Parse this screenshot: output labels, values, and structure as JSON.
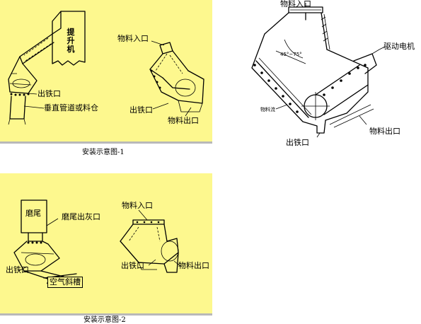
{
  "fig1": {
    "caption": "安装示意图-1",
    "left": {
      "elevator": [
        "提",
        "升",
        "机"
      ],
      "iron_outlet": "出铁口",
      "vertical_pipe": "垂直管道或料仓"
    },
    "right": {
      "material_inlet": "物料入口",
      "iron_outlet": "出铁口",
      "material_outlet": "物料出口"
    }
  },
  "fig2": {
    "caption": "安装示意图-2",
    "left": {
      "mill_tail": "磨尾",
      "mill_tail_ash_outlet": "磨尾出灰口",
      "iron_outlet": "出铁口",
      "air_slide": "空气斜槽"
    },
    "right": {
      "material_inlet": "物料入口",
      "iron_outlet": "出铁口",
      "material_outlet": "物料出口"
    }
  },
  "detail": {
    "material_inlet": "物料入口",
    "drive_motor": "驱动电机",
    "angle_label": "45°~75°",
    "flow_label": "物料流",
    "iron_outlet": "出铁口",
    "material_outlet": "物料出口"
  }
}
